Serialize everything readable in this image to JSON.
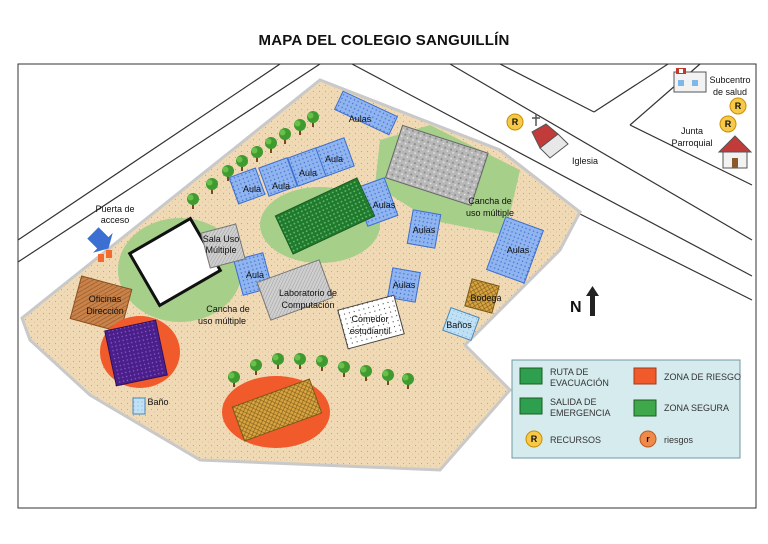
{
  "title": "MAPA DEL COLEGIO SANGUILLÍN",
  "labels": {
    "puerta": [
      "Puerta de",
      "acceso"
    ],
    "aulas_top": "Aulas",
    "aula1": "Aula",
    "aula2": "Aula",
    "aula3": "Aula",
    "aula4": "Aula",
    "aula_left": "Aula",
    "aulas_mid": "Aulas",
    "aulas_mid2": "Aulas",
    "aulas_lower": "Aulas",
    "aulas_right": "Aulas",
    "sala_uso": [
      "Sala Uso",
      "Múltiple"
    ],
    "cancha_izq": [
      "Cancha de",
      "uso múltiple"
    ],
    "cancha_der": [
      "Cancha de",
      "uso múltiple"
    ],
    "laboratorio": [
      "Laboratorio de",
      "Computación"
    ],
    "comedor": [
      "Comedor",
      "estudiantil"
    ],
    "oficinas": [
      "Oficinas",
      "Dirección"
    ],
    "bodega": "Bodega",
    "banos": "Baños",
    "bano": "Baño",
    "iglesia": "Iglesia",
    "subcentro": [
      "Subcentro",
      "de salud"
    ],
    "junta": [
      "Junta",
      "Parroquial"
    ],
    "north": "N",
    "resource_letter": "R"
  },
  "legend": {
    "items": [
      {
        "label": [
          "RUTA DE",
          "EVACUACIÓN"
        ],
        "color": "#2e9e4f"
      },
      {
        "label": [
          "ZONA DE RIESGO"
        ],
        "color": "#f15a2b"
      },
      {
        "label": [
          "SALIDA DE",
          "EMERGENCIA"
        ],
        "color": "#2e9e4f"
      },
      {
        "label": [
          "ZONA SEGURA"
        ],
        "color": "#3fa84a"
      },
      {
        "label": [
          "RECURSOS"
        ],
        "symbol": "R"
      },
      {
        "label": [
          "riesgos"
        ],
        "symbol": "r"
      }
    ]
  },
  "colors": {
    "ground": "#f0d9b5",
    "grass": "#a6cf8a",
    "building_blue": "#8fb4ef",
    "risk_red": "#f15a2b",
    "safe_green": "#2e9e4f",
    "resource_yellow": "#f7c948",
    "legend_bg": "#d6ebee"
  },
  "icons": [
    "north-arrow-icon",
    "church-icon",
    "health-center-icon",
    "house-icon",
    "tree-icon",
    "door-arrow-icon"
  ]
}
